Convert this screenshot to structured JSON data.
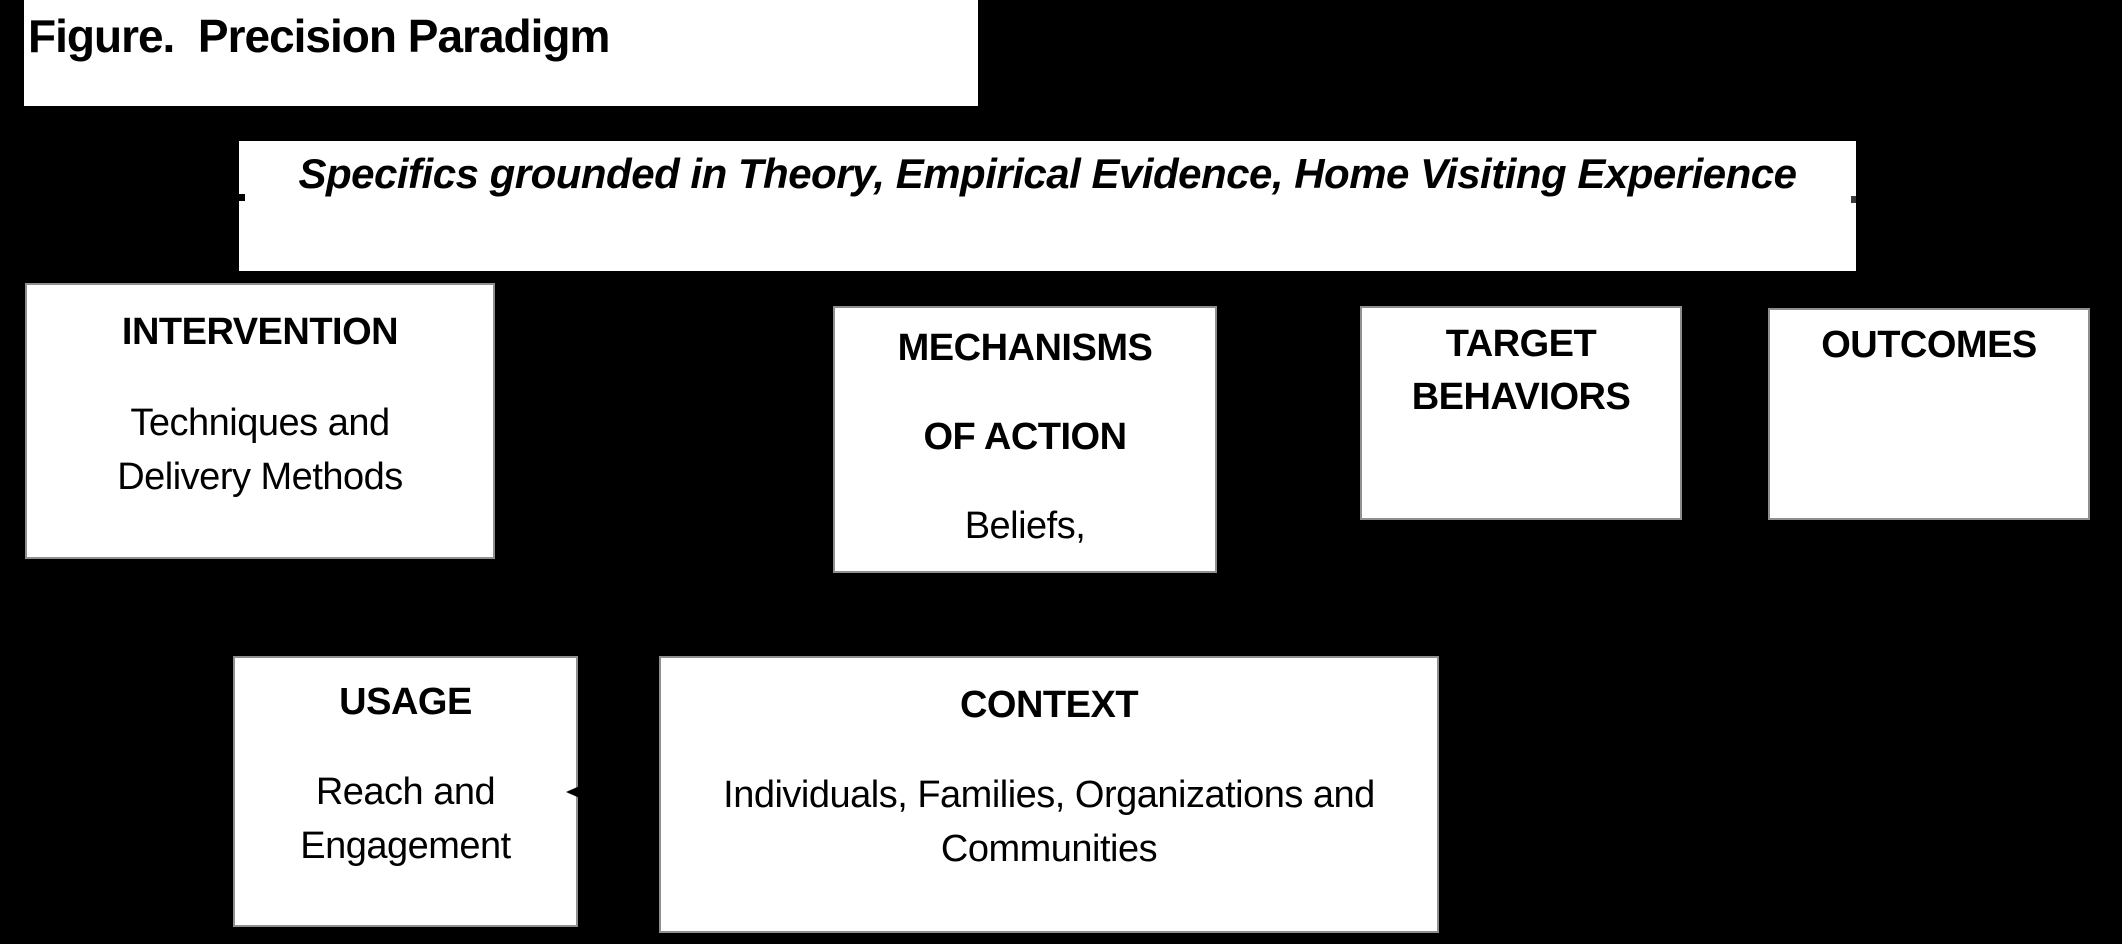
{
  "figure": {
    "title": "Figure.  Precision Paradigm",
    "banner": "Specifics grounded in Theory, Empirical Evidence, Home Visiting Experience"
  },
  "boxes": {
    "intervention": {
      "header": "INTERVENTION",
      "lines": [
        "Techniques and",
        "Delivery Methods"
      ]
    },
    "mechanisms": {
      "header_line1": "MECHANISMS",
      "header_line2": "OF ACTION",
      "lines": [
        "Beliefs,"
      ]
    },
    "target_behaviors": {
      "header_line1": "TARGET",
      "header_line2": "BEHAVIORS"
    },
    "outcomes": {
      "header": "OUTCOMES"
    },
    "usage": {
      "header": "USAGE",
      "lines": [
        "Reach and",
        "Engagement"
      ]
    },
    "context": {
      "header": "CONTEXT",
      "lines": [
        "Individuals, Families, Organizations and",
        "Communities"
      ]
    }
  },
  "colors": {
    "background": "#000000",
    "box_fill": "#ffffff",
    "text": "#000000",
    "box_border": "#8f8f8f"
  }
}
